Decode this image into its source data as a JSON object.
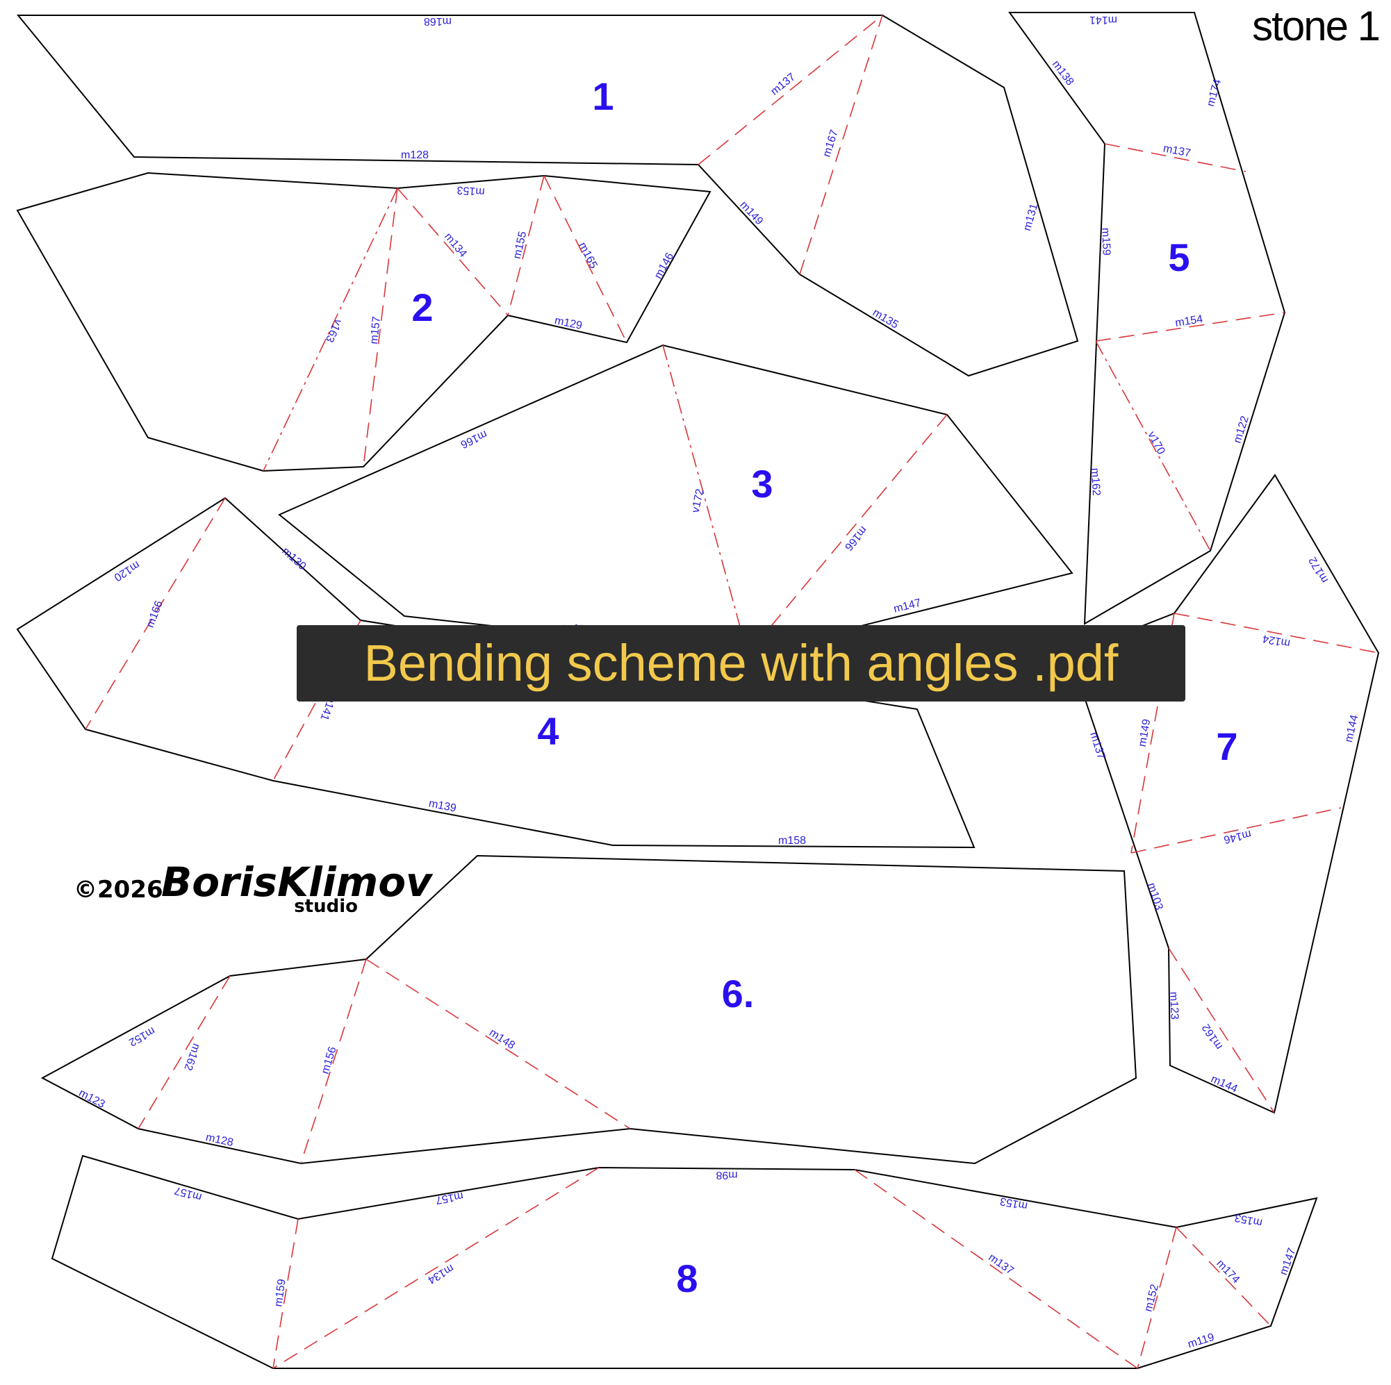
{
  "corner_title": "stone 1",
  "overlay_title": "Bending scheme with angles .pdf",
  "logo": {
    "prefix": "©2026",
    "name": "BorisKlimov",
    "suffix": "studio"
  },
  "colors": {
    "outline": "#000000",
    "fold_line": "#d9353a",
    "label_text": "#2a1fd8",
    "piece_number": "#2a0ff0",
    "overlay_bg": "#2c2c2c",
    "overlay_text": "#f2c94c"
  },
  "pieces": [
    {
      "number": "1",
      "edge_labels": [
        "m168",
        "m128",
        "m137",
        "m167",
        "m149",
        "m131",
        "m135"
      ]
    },
    {
      "number": "2",
      "edge_labels": [
        "m153",
        "m134",
        "m155",
        "m165",
        "m146",
        "m129",
        "v163",
        "m157"
      ]
    },
    {
      "number": "3",
      "edge_labels": [
        "m166",
        "v172",
        "m166",
        "m147",
        "m110"
      ]
    },
    {
      "number": "4",
      "edge_labels": [
        "m120",
        "m130",
        "m166",
        "m141",
        "m139",
        "m158"
      ]
    },
    {
      "number": "5",
      "edge_labels": [
        "m141",
        "m138",
        "m174",
        "m137",
        "m159",
        "m154",
        "v170",
        "m122",
        "m162"
      ]
    },
    {
      "number": "6.",
      "edge_labels": [
        "m152",
        "m162",
        "m156",
        "m148",
        "m123",
        "m128"
      ]
    },
    {
      "number": "7",
      "edge_labels": [
        "m172",
        "m124",
        "m149",
        "m137",
        "m144",
        "m146",
        "m103",
        "m123",
        "m162",
        "m144"
      ]
    },
    {
      "number": "8",
      "edge_labels": [
        "m157",
        "m157",
        "m98",
        "m153",
        "m153",
        "m159",
        "m134",
        "m137",
        "m152",
        "m174",
        "m147",
        "m119"
      ]
    }
  ]
}
